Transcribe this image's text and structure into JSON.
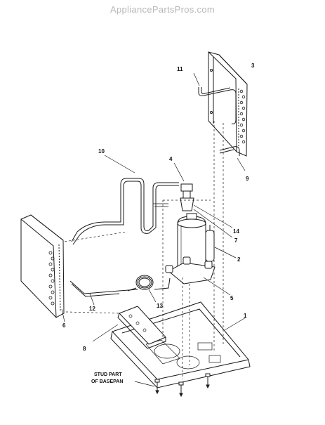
{
  "watermark": "AppliancePartsPros.com",
  "callouts": {
    "c1": "1",
    "c2": "2",
    "c3": "3",
    "c4": "4",
    "c5": "5",
    "c6": "6",
    "c7": "7",
    "c8": "8",
    "c9": "9",
    "c10": "10",
    "c11": "11",
    "c12": "12",
    "c13": "13",
    "c14": "14"
  },
  "stud_caption": {
    "line1": "STUD PART",
    "line2": "OF BASEPAN"
  },
  "colors": {
    "ink": "#1a1a1a",
    "watermark": "#b8b8b8",
    "background": "#ffffff"
  }
}
